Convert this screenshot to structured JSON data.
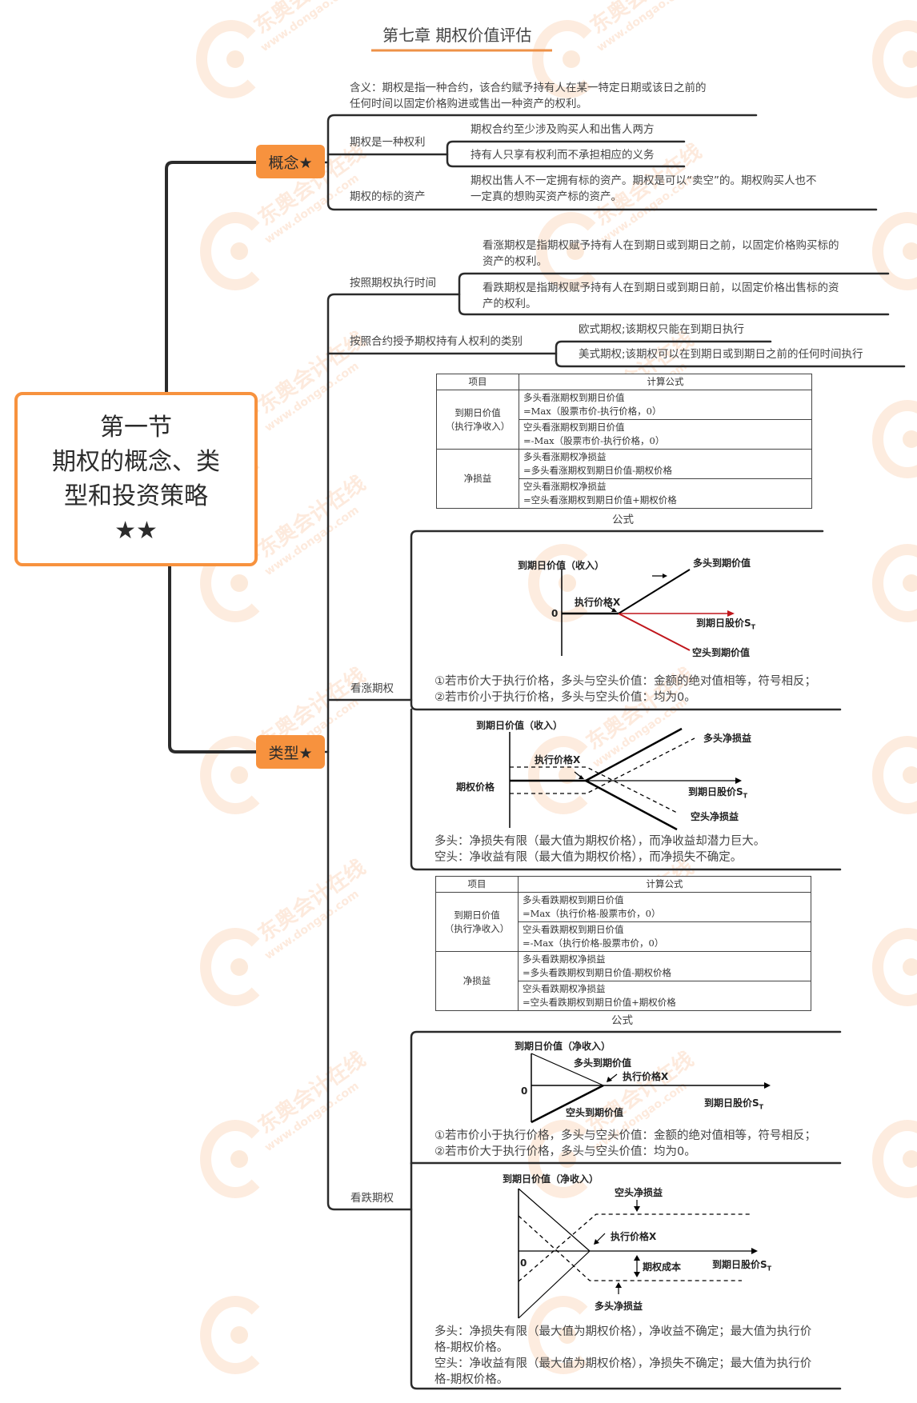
{
  "header": {
    "title": "第七章 期权价值评估"
  },
  "central_node": {
    "line1": "第一节",
    "line2": "期权的概念、类",
    "line3": "型和投资策略",
    "stars": "★★"
  },
  "concept": {
    "label": "概念★",
    "definition_line1": "含义：期权是指一种合约，该合约赋予持有人在某一特定日期或该日之前的",
    "definition_line2": "任何时间以固定价格购进或售出一种资产的权利。",
    "right": {
      "label": "期权是一种权利",
      "items": [
        "期权合约至少涉及购买人和出售人两方",
        "持有人只享有权利而不承担相应的义务"
      ]
    },
    "underlying": {
      "label": "期权的标的资产",
      "line1": "期权出售人不一定拥有标的资产。期权是可以“卖空”的。期权购买人也不",
      "line2": "一定真的想购买资产标的资产。"
    }
  },
  "types": {
    "label": "类型★",
    "by_exercise_time": {
      "label": "按照期权执行时间",
      "call_line1": "看涨期权是指期权赋予持有人在到期日或到期日之前，以固定价格购买标的",
      "call_line2": "资产的权利。",
      "put_line1": "看跌期权是指期权赋予持有人在到期日或到期日前，以固定价格出售标的资",
      "put_line2": "产的权利。"
    },
    "by_rights": {
      "label": "按照合约授予期权持有人权利的类别",
      "european": "欧式期权;该期权只能在到期日执行",
      "american": "美式期权;该期权可以在到期日或到期日之前的任何时间执行"
    },
    "call": {
      "label": "看涨期权",
      "table": {
        "headers": [
          "项目",
          "计算公式"
        ],
        "group1": "到期日价值",
        "group1_sub": "（执行净收入）",
        "group2": "净损益",
        "rows": [
          {
            "l1": "多头看涨期权到期日价值",
            "l2": "=Max（股票市价-执行价格，0）"
          },
          {
            "l1": "空头看涨期权到期日价值",
            "l2": "=-Max（股票市价-执行价格，0）"
          },
          {
            "l1": "多头看涨期权净损益",
            "l2": "=多头看涨期权到期日价值-期权价格"
          },
          {
            "l1": "空头看涨期权净损益",
            "l2": "=空头看涨期权到期日价值+期权价格"
          }
        ],
        "caption": "公式"
      },
      "chart1": {
        "y_label": "到期日价值（收入）",
        "long_label": "多头到期价值",
        "strike_label": "执行价格X",
        "zero": "0",
        "x_label": "到期日股价S",
        "x_sub": "T",
        "short_label": "空头到期价值",
        "arrow": "→",
        "note1": "①若市价大于执行价格，多头与空头价值：金额的绝对值相等，符号相反；",
        "note2": "②若市价小于执行价格，多头与空头价值：均为0。",
        "colors": {
          "long": "#000000",
          "short": "#c0161c"
        }
      },
      "chart2": {
        "y_label": "到期日价值（收入）",
        "long_label": "多头净损益",
        "strike_label": "执行价格X",
        "premium_label": "期权价格",
        "x_label": "到期日股价S",
        "x_sub": "T",
        "short_label": "空头净损益",
        "note1": "多头：净损失有限（最大值为期权价格），而净收益却潜力巨大。",
        "note2": "空头：净收益有限（最大值为期权价格），而净损失不确定。"
      }
    },
    "put": {
      "label": "看跌期权",
      "table": {
        "headers": [
          "项目",
          "计算公式"
        ],
        "group1": "到期日价值",
        "group1_sub": "（执行净收入）",
        "group2": "净损益",
        "rows": [
          {
            "l1": "多头看跌期权到期日价值",
            "l2": "=Max（执行价格-股票市价，0）"
          },
          {
            "l1": "空头看跌期权到期日价值",
            "l2": "=-Max（执行价格-股票市价，0）"
          },
          {
            "l1": "多头看跌期权净损益",
            "l2": "=多头看跌期权到期日价值-期权价格"
          },
          {
            "l1": "空头看跌期权净损益",
            "l2": "=空头看跌期权到期日价值+期权价格"
          }
        ],
        "caption": "公式"
      },
      "chart3": {
        "y_label": "到期日价值（净收入）",
        "long_label": "多头到期价值",
        "strike_label": "执行价格X",
        "zero": "0",
        "x_label": "到期日股价S",
        "x_sub": "T",
        "short_label": "空头到期价值",
        "note1": "①若市价小于执行价格，多头与空头价值：金额的绝对值相等，符号相反；",
        "note2": "②若市价大于执行价格，多头与空头价值：均为0。"
      },
      "chart4": {
        "y_label": "到期日价值（净收入）",
        "short_label": "空头净损益",
        "strike_label": "执行价格X",
        "zero": "0",
        "cost_label": "期权成本",
        "x_label": "到期日股价S",
        "x_sub": "T",
        "long_label": "多头净损益",
        "note1": "多头：净损失有限（最大值为期权价格），净收益不确定；最大值为执行价",
        "note2": "格-期权价格。",
        "note3": "空头：净收益有限（最大值为期权价格），净损失不确定；最大值为执行价",
        "note4": "格-期权价格。"
      }
    }
  },
  "watermark": {
    "brand": "东奥会计在线",
    "url": "www.dongao.com"
  },
  "colors": {
    "accent": "#f7923e",
    "line": "#2b2b2b",
    "red": "#c0161c"
  }
}
